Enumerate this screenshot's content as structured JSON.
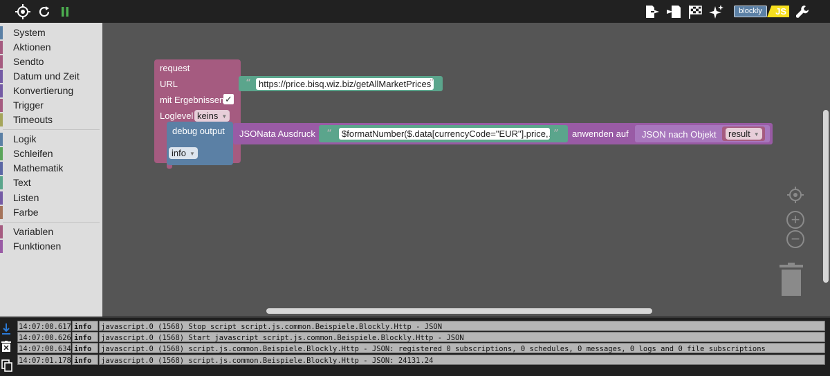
{
  "toolbar": {
    "left_icons": [
      "crosshair-icon",
      "reload-icon",
      "pause-icon"
    ],
    "right_icons": [
      "export-icon",
      "import-icon",
      "checkered-flag-icon",
      "sparkle-icon"
    ],
    "mode_toggle": {
      "blockly_label": "blockly",
      "js_label": "JS"
    },
    "settings_icon": "wrench-icon"
  },
  "sidebar": {
    "group1": [
      {
        "label": "System",
        "color": "#5b80a5"
      },
      {
        "label": "Aktionen",
        "color": "#a55b80"
      },
      {
        "label": "Sendto",
        "color": "#a55b80"
      },
      {
        "label": "Datum und Zeit",
        "color": "#745ba5"
      },
      {
        "label": "Konvertierung",
        "color": "#745ba5"
      },
      {
        "label": "Trigger",
        "color": "#a55b80"
      },
      {
        "label": "Timeouts",
        "color": "#a5a55b"
      }
    ],
    "group2": [
      {
        "label": "Logik",
        "color": "#5b80a5"
      },
      {
        "label": "Schleifen",
        "color": "#5ba55b"
      },
      {
        "label": "Mathematik",
        "color": "#5b67a5"
      },
      {
        "label": "Text",
        "color": "#5ba58c"
      },
      {
        "label": "Listen",
        "color": "#745ba5"
      },
      {
        "label": "Farbe",
        "color": "#a5745b"
      }
    ],
    "group3": [
      {
        "label": "Variablen",
        "color": "#a55b80"
      },
      {
        "label": "Funktionen",
        "color": "#995ba5"
      }
    ]
  },
  "workspace": {
    "request_block": {
      "title": "request",
      "url_label": "URL",
      "url_value": "https://price.bisq.wiz.biz/getAllMarketPrices",
      "with_results_label": "mit Ergebnissen",
      "with_results_checked": "✓",
      "loglevel_label": "Loglevel",
      "loglevel_value": "keins"
    },
    "debug_block": {
      "title": "debug output",
      "level_value": "info"
    },
    "jsonata_block": {
      "title": "JSONata Ausdruck",
      "expression": "$formatNumber($.data[currencyCode=\"EUR\"].price,…",
      "apply_label": "anwenden auf",
      "json_label": "JSON nach Objekt",
      "var_value": "result"
    },
    "colors": {
      "request": "#a55b80",
      "debug": "#5b80a5",
      "jsonata": "#9b59b6",
      "text": "#5ba58c"
    }
  },
  "console": {
    "rows": [
      {
        "time": "14:07:00.617",
        "level": "info",
        "message": "javascript.0 (1568) Stop script script.js.common.Beispiele.Blockly.Http_-_JSON"
      },
      {
        "time": "14:07:00.626",
        "level": "info",
        "message": "javascript.0 (1568) Start javascript script.js.common.Beispiele.Blockly.Http_-_JSON"
      },
      {
        "time": "14:07:00.634",
        "level": "info",
        "message": "javascript.0 (1568) script.js.common.Beispiele.Blockly.Http_-_JSON: registered 0 subscriptions, 0 schedules, 0 messages, 0 logs and 0 file subscriptions"
      },
      {
        "time": "14:07:01.178",
        "level": "info",
        "message": "javascript.0 (1568) script.js.common.Beispiele.Blockly.Http_-_JSON: 24131.24"
      }
    ],
    "side_icons": [
      "scroll-down-icon",
      "clear-log-icon",
      "copy-icon"
    ]
  }
}
